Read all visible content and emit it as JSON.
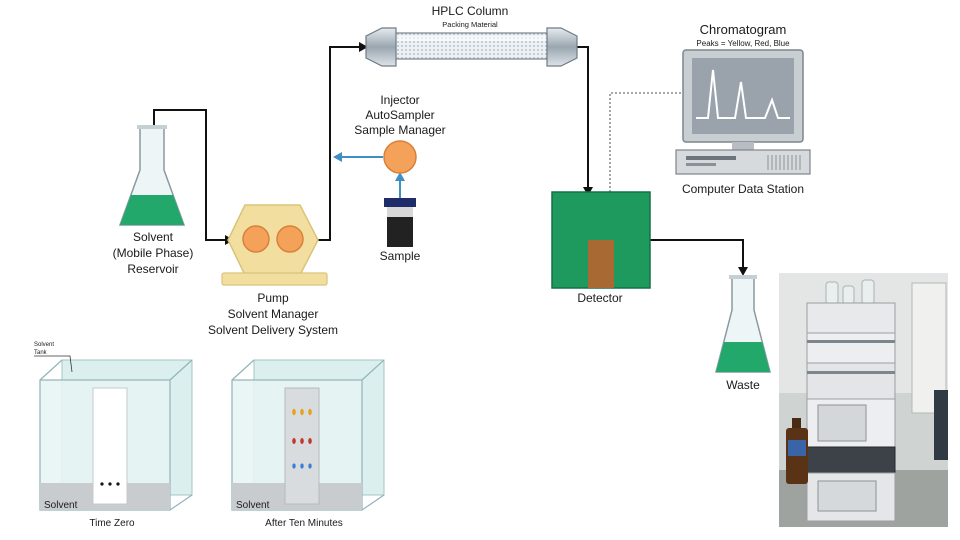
{
  "column": {
    "title": "HPLC Column",
    "subtitle": "Packing Material"
  },
  "injector": {
    "line1": "Injector",
    "line2": "AutoSampler",
    "line3": "Sample Manager"
  },
  "chromatogram": {
    "title": "Chromatogram",
    "subtitle": "Peaks = Yellow, Red, Blue"
  },
  "station": {
    "label": "Computer Data Station"
  },
  "solvent": {
    "line1": "Solvent",
    "line2": "(Mobile Phase)",
    "line3": "Reservoir"
  },
  "pump": {
    "line1": "Pump",
    "line2": "Solvent Manager",
    "line3": "Solvent Delivery System"
  },
  "sample": {
    "label": "Sample"
  },
  "detector": {
    "label": "Detector"
  },
  "waste": {
    "label": "Waste"
  },
  "tlc": {
    "tank_label_line1": "Solvent",
    "tank_label_line2": "Tank",
    "left": {
      "solvent_label": "Solvent",
      "caption": "Time Zero"
    },
    "right": {
      "solvent_label": "Solvent",
      "caption": "After Ten Minutes"
    }
  },
  "colors": {
    "solvent_green": "#22a86b",
    "detector_green": "#1f9a5e",
    "pump_yellow": "#f2dfa0",
    "injector_orange": "#f4a25a",
    "flow_blue": "#3d8fc4",
    "spot_yellow": "#e8a020",
    "spot_red": "#c0392b",
    "spot_blue": "#3a7fd5"
  }
}
